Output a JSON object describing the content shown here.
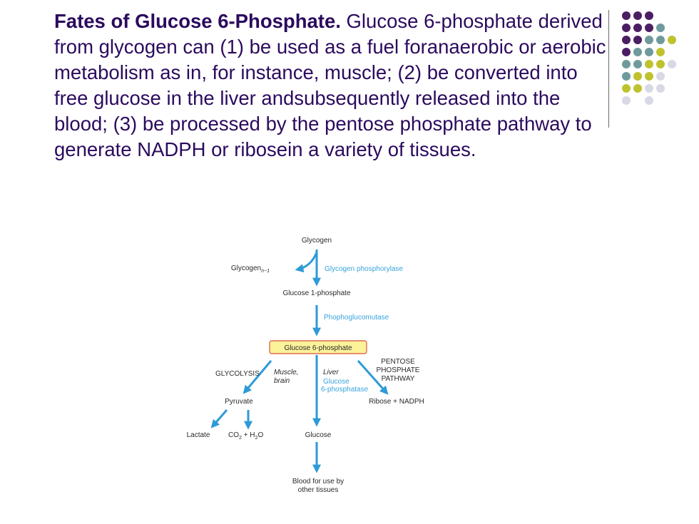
{
  "slide": {
    "title": "Fates of Glucose 6-Phosphate.",
    "body": "Glucose 6-phosphate derived from glycogen can (1) be used as a fuel foranaerobic or aerobic metabolism as in, for instance, muscle; (2) be converted into free glucose in the liver andsubsequently released into the blood; (3) be processed by the pentose phosphate pathway to generate NADPH or ribosein a variety of tissues."
  },
  "decoration": {
    "dot_colors": [
      "#4b1e63",
      "#6f9a9c",
      "#bfc22e",
      "#d8d8e6"
    ]
  },
  "diagram": {
    "glycogen": "Glycogen",
    "glycogen_n1": "Glycogen",
    "glycogen_n1_sub": "n−1",
    "glycogen_phosphorylase": "Glycogen phosphorylase",
    "glucose_1_phosphate": "Glucose 1-phosphate",
    "phosphoglucomutase": "Phophoglucomutase",
    "glucose_6_phosphate": "Glucose 6-phosphate",
    "glycolysis": "GLYCOLYSIS",
    "muscle": "Muscle,",
    "brain": "brain",
    "liver": "Liver",
    "glucose_6_phosphatase_1": "Glucose",
    "glucose_6_phosphatase_2": "6-phosphatase",
    "pentose_1": "PENTOSE",
    "pentose_2": "PHOSPHATE",
    "pentose_3": "PATHWAY",
    "pyruvate": "Pyruvate",
    "ribose_nadph": "Ribose + NADPH",
    "lactate": "Lactate",
    "co2": "CO",
    "co2_sub": "2",
    "plus_h": " + H",
    "h2o_sub": "2",
    "o": "O",
    "glucose": "Glucose",
    "blood_1": "Blood for use by",
    "blood_2": "other tissues"
  }
}
